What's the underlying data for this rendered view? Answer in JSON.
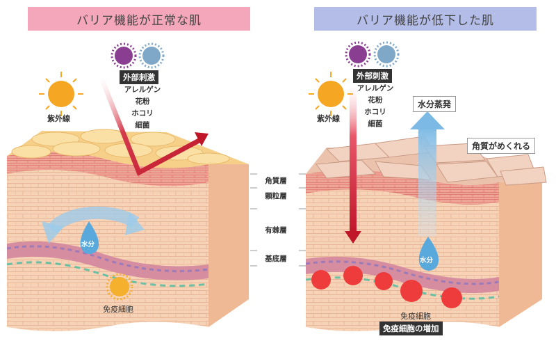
{
  "colors": {
    "banner_left": "#f4a7bb",
    "banner_right": "#b3bde8",
    "horny_normal": "#f4d08c",
    "horny_damaged": "#edc6b3",
    "tissue": "#f3c9a8",
    "tissue_stripe": "#e79a8c",
    "arrow_red": "#c0162a",
    "arrow_blue": "#8cc2e6",
    "immune_cell": "#ef3a3a",
    "sun": "#f5a623",
    "virus_purple": "#8a3e92",
    "virus_blue": "#7fa7c8"
  },
  "left": {
    "title": "バリア機能が正常な肌",
    "external_tag": "外部刺激",
    "stimuli": [
      "アレルゲン",
      "花粉",
      "ホコリ",
      "細菌"
    ],
    "uv_label": "紫外線",
    "water_label": "水分",
    "immune_label": "免疫細胞"
  },
  "right": {
    "title": "バリア機能が低下した肌",
    "external_tag": "外部刺激",
    "stimuli": [
      "アレルゲン",
      "花粉",
      "ホコリ",
      "細菌"
    ],
    "uv_label": "紫外線",
    "evaporation_tag": "水分蒸発",
    "peeling_tag": "角質がめくれる",
    "water_label": "水分",
    "immune_label": "免疫細胞",
    "immune_increase_tag": "免疫細胞の増加"
  },
  "layers": [
    "角質層",
    "顆粒層",
    "有棘層",
    "基底層"
  ]
}
